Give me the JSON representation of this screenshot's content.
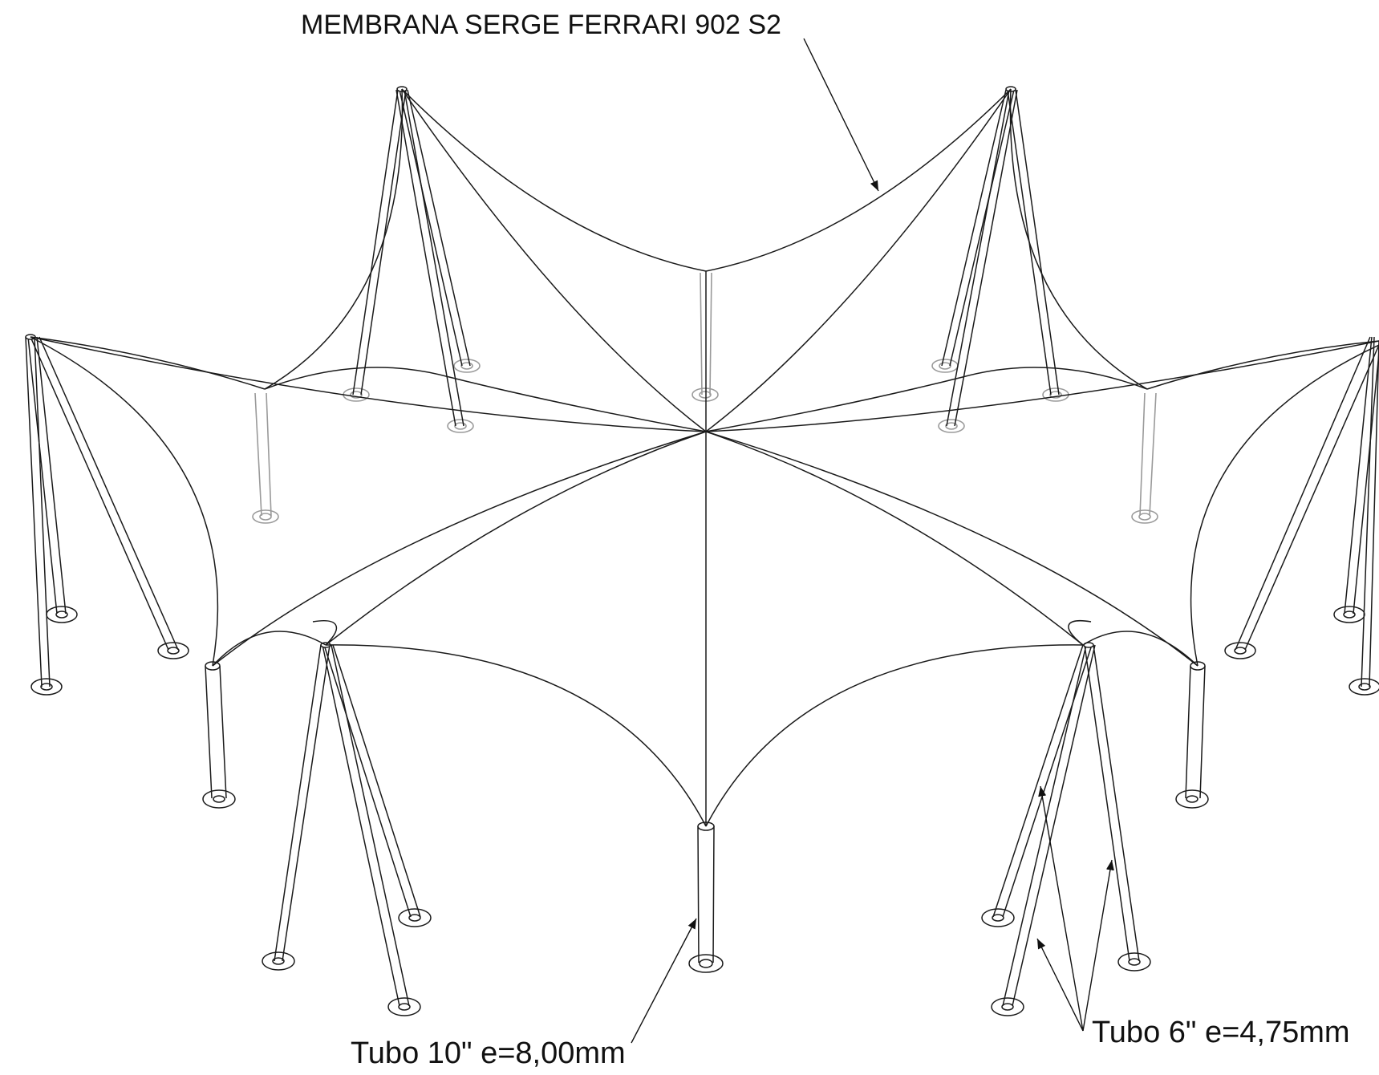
{
  "labels": {
    "membrane": "MEMBRANA SERGE FERRARI 902 S2",
    "tube_10": "Tubo 10\" e=8,00mm",
    "tube_6": "Tubo 6\" e=4,75mm"
  },
  "colors": {
    "line": "#1a1a1a",
    "hidden_line": "#9a9a9a",
    "background": "#ffffff"
  }
}
